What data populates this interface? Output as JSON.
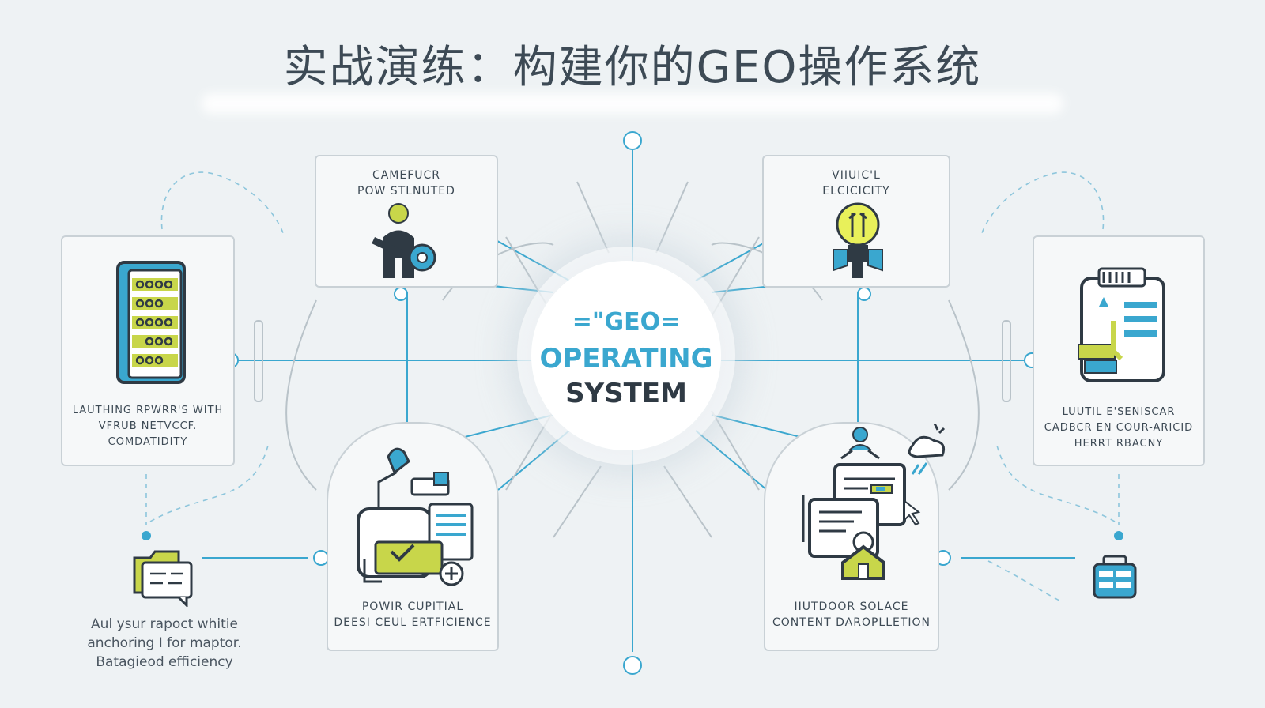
{
  "title": "实战演练：构建你的GEO操作系统",
  "hub": {
    "line1": "=\"GEO=",
    "line2": "OPERATING",
    "line3": "SYSTEM"
  },
  "cards": {
    "top_left": {
      "caption": [
        "CAMEFUCR",
        "POW STLNUTED"
      ]
    },
    "top_right": {
      "caption": [
        "VIIUIC'L",
        "ELCICICITY"
      ]
    },
    "left": {
      "caption": [
        "LAUTHING RPWRR'S WITH",
        "VFRUB NETVCCF.",
        "COMDATIDITY"
      ]
    },
    "right": {
      "caption": [
        "LUUTIL E'SENISCAR",
        "CADBCR EN COUR-ARICID",
        "HERRT RBACNY"
      ]
    },
    "bottom_left": {
      "caption": [
        "POWIR CUPITIAL",
        "DEESI CEUL ERTFICIENCE"
      ]
    },
    "bottom_right": {
      "caption": [
        "IIUTDOOR SOLACE",
        "CONTENT DAROPLLETION"
      ]
    }
  },
  "bottom_left_note": [
    "Aul ysur rapoct whitie",
    "anchoring I for maptor.",
    "Batagieod efficiency"
  ],
  "colors": {
    "accent_blue": "#3aa7cf",
    "accent_lime": "#c8d64a",
    "dark": "#2f3a44",
    "card_border": "#c9d1d6"
  },
  "icons": [
    "server-rack-icon",
    "worker-gear-icon",
    "lightbulb-icon",
    "clipboard-document-icon",
    "folder-chat-icon",
    "workflow-documents-icon",
    "content-house-icon",
    "briefcase-icon"
  ]
}
